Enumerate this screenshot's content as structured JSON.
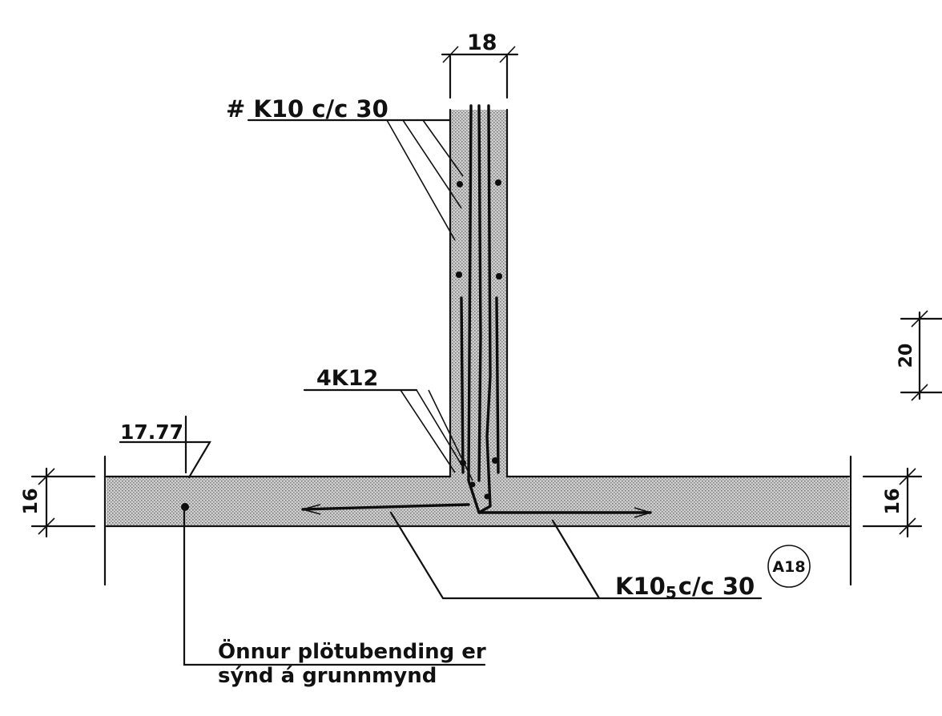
{
  "drawing": {
    "rebar_vertical_mesh": "# K10 c/c 30",
    "rebar_corner_bars": "4K12",
    "level_mark": "17.77",
    "wall_thickness": "18",
    "slab_thickness_left": "16",
    "slab_thickness_right": "16",
    "partial_dim_right": "20",
    "rebar_bottom": "K10",
    "rebar_bottom_sub": "5",
    "rebar_bottom_spacing": "c/c 30",
    "detail_tag": "A18",
    "note_line1": "Önnur plötubending er",
    "note_line2": "sýnd á grunnmynd"
  },
  "colors": {
    "ink": "#111111",
    "concrete": "#c4c4c4",
    "paper": "#ffffff"
  }
}
